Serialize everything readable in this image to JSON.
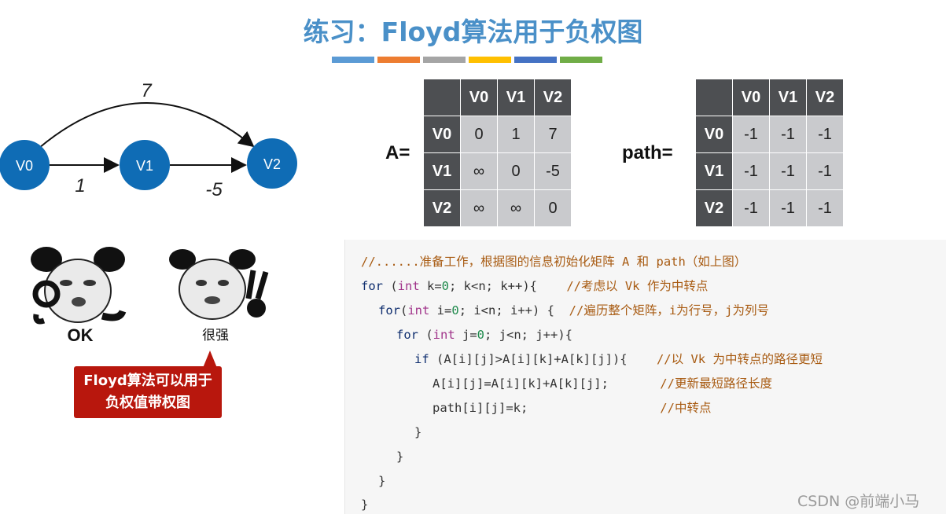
{
  "title": "练习：Floyd算法用于负权图",
  "title_bar_colors": [
    "#5b9bd5",
    "#ed7d31",
    "#a5a5a5",
    "#ffc000",
    "#4472c4",
    "#70ad47"
  ],
  "graph": {
    "nodes": [
      "V0",
      "V1",
      "V2"
    ],
    "edges": [
      {
        "from": "V0",
        "to": "V1",
        "weight": "1"
      },
      {
        "from": "V1",
        "to": "V2",
        "weight": "-5"
      },
      {
        "from": "V0",
        "to": "V2",
        "weight": "7"
      }
    ],
    "node_color": "#0f6cb5"
  },
  "matrix_a": {
    "label": "A=",
    "col_headers": [
      "V0",
      "V1",
      "V2"
    ],
    "rows": [
      {
        "header": "V0",
        "cells": [
          "0",
          "1",
          "7"
        ]
      },
      {
        "header": "V1",
        "cells": [
          "∞",
          "0",
          "-5"
        ]
      },
      {
        "header": "V2",
        "cells": [
          "∞",
          "∞",
          "0"
        ]
      }
    ]
  },
  "matrix_path": {
    "label": "path=",
    "col_headers": [
      "V0",
      "V1",
      "V2"
    ],
    "rows": [
      {
        "header": "V0",
        "cells": [
          "-1",
          "-1",
          "-1"
        ]
      },
      {
        "header": "V1",
        "cells": [
          "-1",
          "-1",
          "-1"
        ]
      },
      {
        "header": "V2",
        "cells": [
          "-1",
          "-1",
          "-1"
        ]
      }
    ]
  },
  "memes": {
    "left_caption": "OK",
    "right_caption": "很强"
  },
  "callout": {
    "line1": "Floyd算法可以用于",
    "line2": "负权值带权图"
  },
  "code": {
    "l1": "//......准备工作，根据图的信息初始化矩阵 A 和 path（如上图）",
    "l2_kw": "for",
    "l2_a": " (",
    "l2_type": "int",
    "l2_b": " k=",
    "l2_num": "0",
    "l2_c": "; k<n; k++){    ",
    "l2_cm": "//考虑以 Vk 作为中转点",
    "l3_kw": "for",
    "l3_a": "(",
    "l3_type": "int",
    "l3_b": " i=",
    "l3_num": "0",
    "l3_c": "; i<n; i++) {  ",
    "l3_cm": "//遍历整个矩阵，i为行号，j为列号",
    "l4_kw": "for",
    "l4_a": " (",
    "l4_type": "int",
    "l4_b": " j=",
    "l4_num": "0",
    "l4_c": "; j<n; j++){",
    "l5_kw": "if",
    "l5_a": " (A[i][j]>A[i][k]+A[k][j]){    ",
    "l5_cm": "//以 Vk 为中转点的路径更短",
    "l6_a": "A[i][j]=A[i][k]+A[k][j];       ",
    "l6_cm": "//更新最短路径长度",
    "l7_a": "path[i][j]=k;                  ",
    "l7_cm": "//中转点",
    "brace_close": "}",
    "brace_close_b": "}",
    "brace_close_c": "}",
    "brace_close_d": "}"
  },
  "watermark": "CSDN @前端小马"
}
